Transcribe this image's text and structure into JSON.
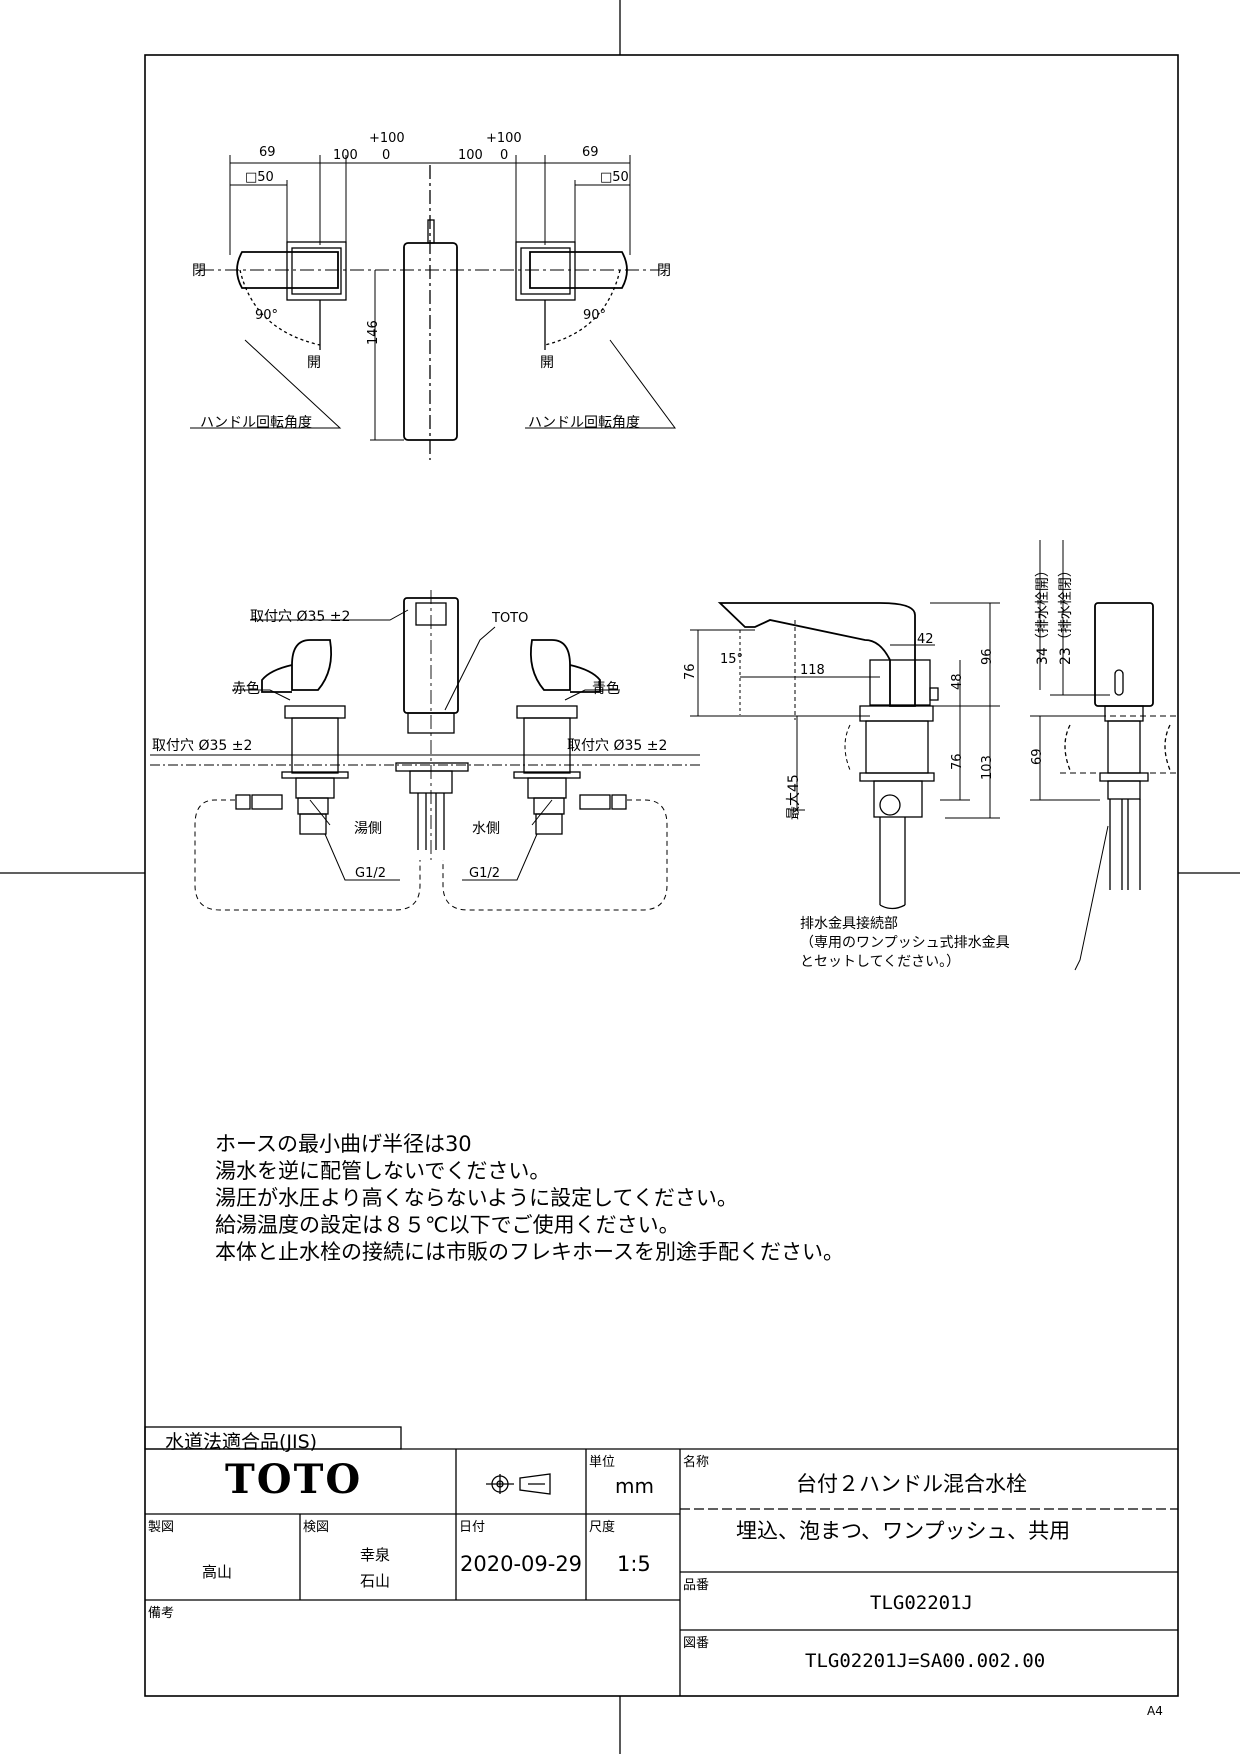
{
  "views": {
    "top": {
      "left_dims": {
        "d69": "69",
        "d100": "100",
        "d0": "0",
        "d100plus": "+100",
        "sq50": "□50"
      },
      "right_dims": {
        "d100": "100",
        "d0": "0",
        "d100plus": "+100",
        "d69": "69",
        "sq50": "□50"
      },
      "closed_label": "閉",
      "open_label": "開",
      "angle": "90°",
      "rotation_caption": "ハンドル回転角度",
      "height_146": "146"
    },
    "front": {
      "mount_hole_top": "取付穴 Ø35 ±2",
      "brand_mark": "TOTO",
      "red_label": "赤色",
      "blue_label": "青色",
      "mount_hole_left": "取付穴 Ø35 ±2",
      "mount_hole_right": "取付穴 Ø35 ±2",
      "hot_side": "湯側",
      "cold_side": "水側",
      "thread_left": "G1/2",
      "thread_right": "G1/2"
    },
    "side": {
      "angle15": "15°",
      "d42": "42",
      "d118": "118",
      "d76_top": "76",
      "d48": "48",
      "d96": "96",
      "d76_bottom": "76",
      "d103": "103",
      "max45": "最大45",
      "d69": "69",
      "d34": "34（排水栓開）",
      "d23": "23（排水栓閉）",
      "drain_note": [
        "排水金具接続部",
        "（専用のワンプッシュ式排水金具",
        "とセットしてください。）"
      ]
    }
  },
  "notes": [
    "ホースの最小曲げ半径は30",
    "湯水を逆に配管しないでください。",
    "湯圧が水圧より高くならないように設定してください。",
    "給湯温度の設定は８５℃以下でご使用ください。",
    "本体と止水栓の接続には市販のフレキホースを別途手配ください。"
  ],
  "title_block": {
    "cert": "水道法適合品(JIS)",
    "company": "TOTO",
    "unit_label": "単位",
    "unit_value": "mm",
    "name_label": "名称",
    "name_line1": "台付２ハンドル混合水栓",
    "name_line2": "埋込、泡まつ、ワンプッシュ、共用",
    "drawn_label": "製図",
    "drawn_by": "高山",
    "checked_label": "検図",
    "checked_by1": "幸泉",
    "checked_by2": "石山",
    "date_label": "日付",
    "date_value": "2020-09-29",
    "scale_label": "尺度",
    "scale_value": "1:5",
    "part_label": "品番",
    "part_value": "TLG02201J",
    "remarks_label": "備考",
    "drawing_label": "図番",
    "drawing_value": "TLG02201J=SA00.002.00",
    "sheet_size": "A4"
  }
}
